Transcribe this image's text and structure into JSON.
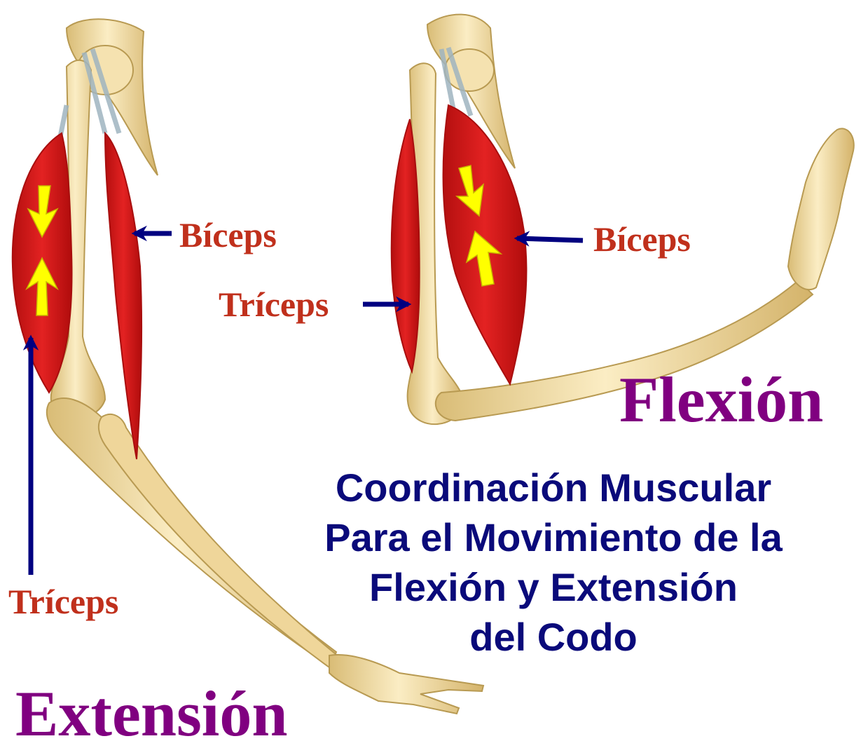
{
  "labels": {
    "biceps_left": "Bíceps",
    "triceps_left": "Tríceps",
    "biceps_right": "Bíceps",
    "triceps_right": "Tríceps",
    "extension": "Extensión",
    "flexion": "Flexión"
  },
  "caption": {
    "line1": "Coordinación Muscular",
    "line2": "Para el Movimiento de la",
    "line3": "Flexión y Extensión",
    "line4": "del Codo"
  },
  "colors": {
    "bone": "#f2dca0",
    "bone_outline": "#b89a52",
    "muscle": "#d81a1a",
    "muscle_shade": "#a80e0e",
    "tendon": "#9fb4c0",
    "pointer_arrow": "#000080",
    "contraction_arrow": "#ffff00",
    "muscle_label": "#c0301c",
    "title_label": "#800080",
    "caption_text": "#0a0a7a"
  }
}
